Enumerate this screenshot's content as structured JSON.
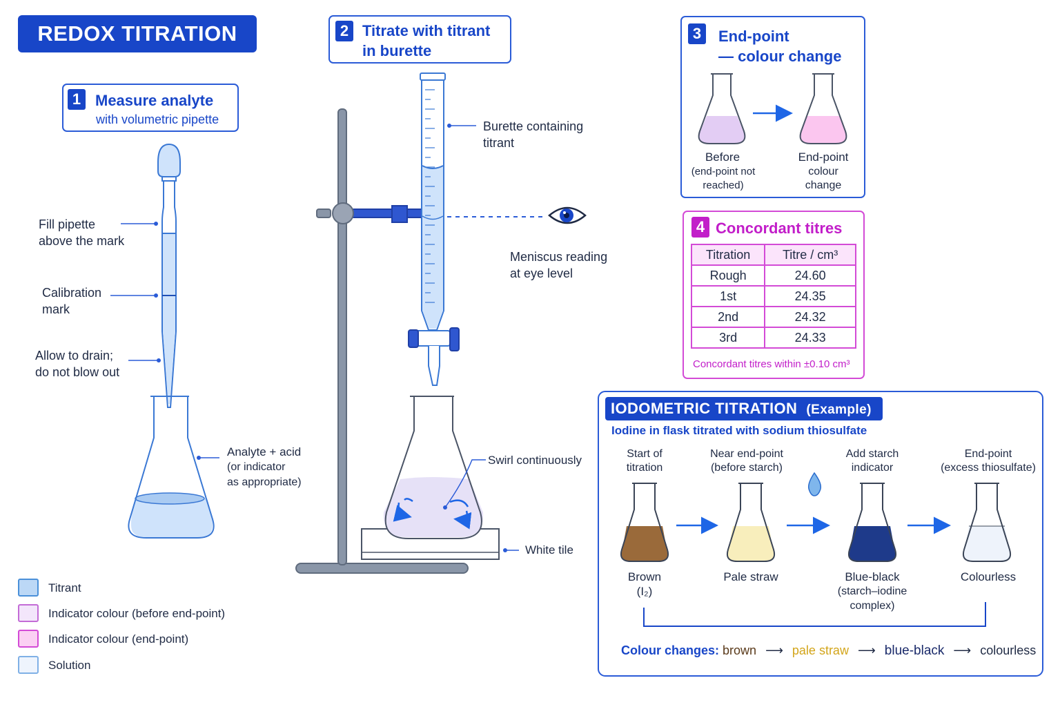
{
  "title": "REDOX TITRATION",
  "steps": [
    {
      "number": "1",
      "title": "Measure analyte",
      "subtitle": "with volumetric pipette"
    },
    {
      "number": "2",
      "title_line1": "Titrate with titrant",
      "title_line2": "in burette"
    },
    {
      "number": "3",
      "title_line1": "End-point",
      "title_line2": "— colour change"
    },
    {
      "number": "4",
      "title": "Concordant titres"
    }
  ],
  "pipette_labels": {
    "fill_line1": "Fill pipette",
    "fill_line2": "above the mark",
    "calib_line1": "Calibration",
    "calib_line2": "mark",
    "drain_line1": "Allow to drain;",
    "drain_line2": "do not blow out",
    "analyte_line1": "Analyte + acid",
    "analyte_line2": "(or indicator",
    "analyte_line3": "as appropriate)"
  },
  "burette_labels": {
    "burette_line1": "Burette containing",
    "burette_line2": "titrant",
    "meniscus_line1": "Meniscus reading",
    "meniscus_line2": "at eye level",
    "swirl": "Swirl continuously",
    "tile": "White tile"
  },
  "endpoint": {
    "before_line1": "Before",
    "before_line2": "(end-point not",
    "before_line3": "reached)",
    "after_line1": "End-point",
    "after_line2": "colour",
    "after_line3": "change"
  },
  "titres_table": {
    "headers": [
      "Titration",
      "Titre / cm³"
    ],
    "rows": [
      [
        "Rough",
        "24.60"
      ],
      [
        "1st",
        "24.35"
      ],
      [
        "2nd",
        "24.32"
      ],
      [
        "3rd",
        "24.33"
      ]
    ],
    "note": "Concordant titres within ±0.10 cm³"
  },
  "iodometric": {
    "heading": "IODOMETRIC TITRATION",
    "heading_suffix": "(Example)",
    "subtitle": "Iodine in flask titrated with sodium thiosulfate",
    "stages": [
      {
        "top1": "Start of",
        "top2": "titration",
        "bottom1": "Brown",
        "bottom2": "(I₂)",
        "bottom3": "",
        "color": "#9a6a3a"
      },
      {
        "top1": "Near end-point",
        "top2": "(before starch)",
        "bottom1": "Pale straw",
        "bottom2": "",
        "bottom3": "",
        "color": "#f8eebc"
      },
      {
        "top1": "Add starch",
        "top2": "indicator",
        "bottom1": "Blue-black",
        "bottom2": "(starch–iodine",
        "bottom3": "complex)",
        "color": "#1e3a8a"
      },
      {
        "top1": "End-point",
        "top2": "(excess thiosulfate)",
        "bottom1": "Colourless",
        "bottom2": "",
        "bottom3": "",
        "color": "#eef3fb"
      }
    ],
    "colour_changes_label": "Colour changes:",
    "colour_sequence": [
      "brown",
      "pale straw",
      "blue-black",
      "colourless"
    ],
    "arrow": "⟶"
  },
  "legend": [
    {
      "label": "Titrant",
      "color": "#bcd8f6",
      "border": "#4a90d9"
    },
    {
      "label": "Indicator colour (before end-point)",
      "color": "#f3e6fb",
      "border": "#c36bd6"
    },
    {
      "label": "Indicator colour (end-point)",
      "color": "#fbd0f3",
      "border": "#d34ad6"
    },
    {
      "label": "Solution",
      "color": "#eef4fd",
      "border": "#7fb0e6"
    }
  ],
  "colors": {
    "brand_blue": "#1846c8",
    "magenta": "#c21ec9",
    "titrant": "#bcd8f6",
    "indicator_before": "#e3cdf4",
    "indicator_end": "#fbc6ef"
  }
}
